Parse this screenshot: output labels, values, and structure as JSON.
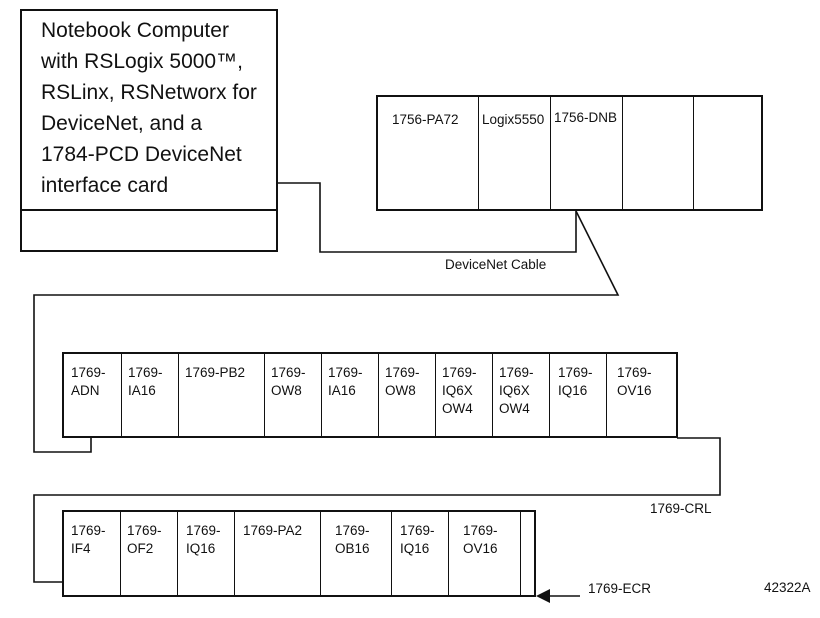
{
  "notebook": {
    "text": "Notebook Computer\nwith RSLogix 5000™,\nRSLinx, RSNetworx for\nDeviceNet, and a\n1784-PCD DeviceNet\ninterface card"
  },
  "chassis": {
    "slots": [
      "1756-PA72",
      "Logix5550",
      "1756-DNB",
      "",
      ""
    ]
  },
  "cable_label": "DeviceNet Cable",
  "bank1": {
    "modules": [
      "1769-\nADN",
      "1769-\nIA16",
      "1769-PB2",
      "1769-\nOW8",
      "1769-\nIA16",
      "1769-\nOW8",
      "1769-\nIQ6X\nOW4",
      "1769-\nIQ6X\nOW4",
      "1769-\nIQ16",
      "1769-\nOV16"
    ]
  },
  "crl_label": "1769-CRL",
  "bank2": {
    "modules": [
      "1769-\nIF4",
      "1769-\nOF2",
      "1769-\nIQ16",
      "1769-PA2",
      "1769-\nOB16",
      "1769-\nIQ16",
      "1769-\nOV16"
    ]
  },
  "ecr_label": "1769-ECR",
  "figure_id": "42322A"
}
